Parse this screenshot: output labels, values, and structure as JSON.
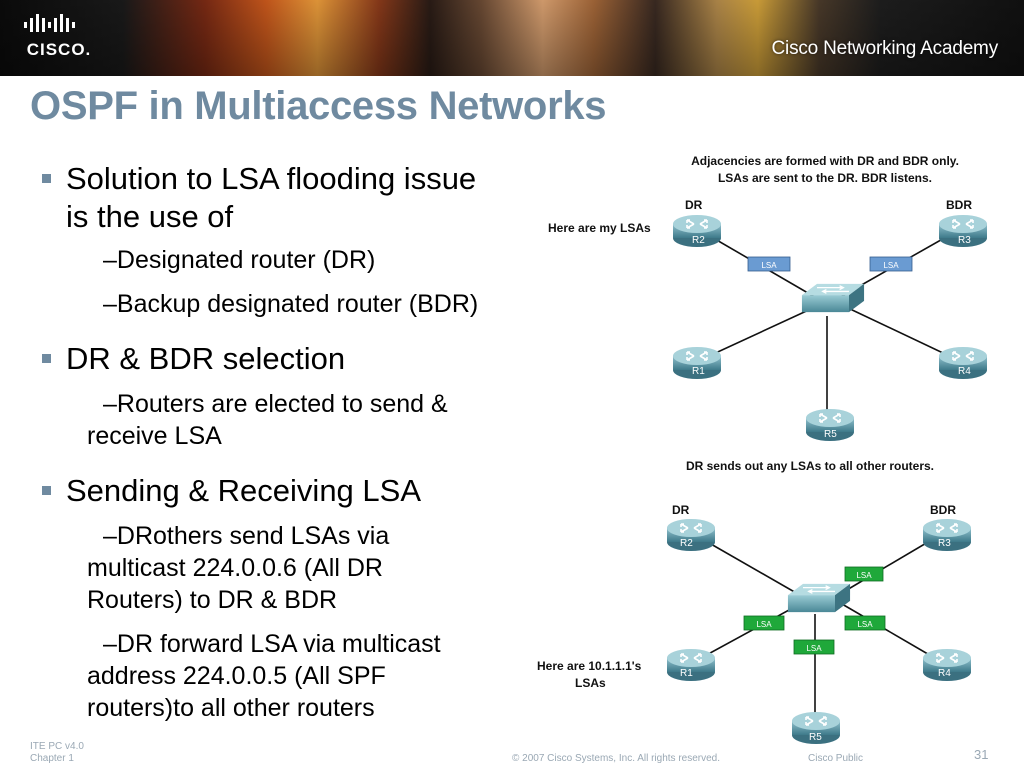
{
  "banner": {
    "logo_text": "CISCO.",
    "academy_text": "Cisco Networking Academy"
  },
  "slide": {
    "title": "OSPF in Multiaccess Networks",
    "bullets": [
      {
        "text_line1": "Solution to LSA flooding issue",
        "text_line2": "is the use of",
        "subs": [
          {
            "line1": "–Designated router (DR)",
            "line2": ""
          },
          {
            "line1": "–Backup designated router (BDR)",
            "line2": ""
          }
        ]
      },
      {
        "text_line1": "DR & BDR selection",
        "text_line2": "",
        "subs": [
          {
            "line1": "–Routers are elected to send &",
            "line2": "receive LSA"
          }
        ]
      },
      {
        "text_line1": "Sending & Receiving LSA",
        "text_line2": "",
        "subs": [
          {
            "line1": "–DRothers send LSAs via",
            "line2": "multicast 224.0.0.6  (All DR",
            "line3": "Routers) to DR & BDR"
          },
          {
            "line1": "–DR forward LSA via multicast",
            "line2": "address 224.0.0.5 (All SPF",
            "line3": "routers)to all other routers"
          }
        ]
      }
    ]
  },
  "diagram_top": {
    "caption_line1": "Adjacencies are formed with DR and BDR only.",
    "caption_line2": "LSAs are sent to the DR. BDR listens.",
    "dr_label": "DR",
    "bdr_label": "BDR",
    "speech": "Here are my LSAs",
    "routers": [
      "R2",
      "R3",
      "R1",
      "R4",
      "R5"
    ],
    "lsa_label": "LSA",
    "lsa_color": "#6a9bd2"
  },
  "diagram_bottom": {
    "caption": "DR sends out any LSAs to all other routers.",
    "dr_label": "DR",
    "bdr_label": "BDR",
    "speech_line1": "Here are 10.1.1.1's",
    "speech_line2": "LSAs",
    "routers": [
      "R2",
      "R3",
      "R1",
      "R4",
      "R5"
    ],
    "lsa_label": "LSA",
    "lsa_color": "#1fa83a"
  },
  "footer": {
    "version": "ITE PC v4.0",
    "chapter": "Chapter 1",
    "copyright": "© 2007 Cisco Systems, Inc. All rights reserved.",
    "classification": "Cisco Public",
    "page_number": "31"
  },
  "colors": {
    "title": "#6f8aa0",
    "router": "#4e8c9c",
    "switch": "#5d9aa6",
    "footer_text": "#9aa8b4"
  }
}
